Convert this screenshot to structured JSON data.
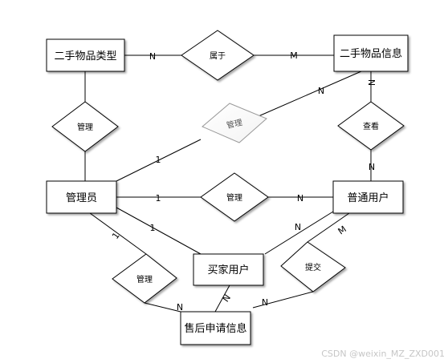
{
  "entities": {
    "item_type": "二手物品类型",
    "item_info": "二手物品信息",
    "admin": "管理员",
    "normal_user": "普通用户",
    "buyer": "买家用户",
    "after_sale": "售后申请信息"
  },
  "relationships": {
    "belongs": "属于",
    "manage_type": "管理",
    "manage_info": "管理",
    "view": "查看",
    "manage_user": "管理",
    "manage_aftersale": "管理",
    "submit": "提交"
  },
  "cardinalities": {
    "type_belongs": "N",
    "belongs_info": "M",
    "info_manage": "N",
    "admin_manage": "1",
    "info_view": "N",
    "view_user": "N",
    "admin_manageuser": "1",
    "manageuser_user": "N",
    "admin_buyer": "1",
    "user_buyer": "N",
    "admin_aftersale": "1",
    "manage_aftersale": "N",
    "buyer_aftersale": "N",
    "user_submit": "M",
    "submit_aftersale": "N"
  },
  "watermark": "CSDN @weixin_MZ_ZXD001"
}
